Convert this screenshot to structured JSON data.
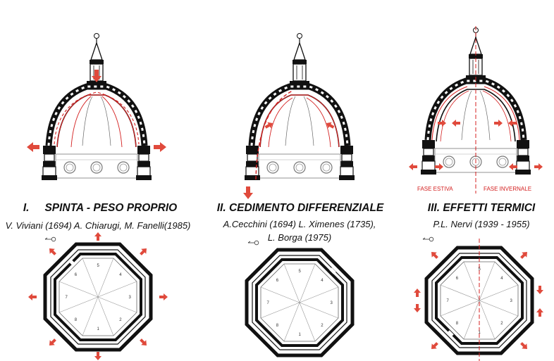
{
  "colors": {
    "accent": "#e04a3c",
    "line_red": "#d42020",
    "ink": "#111111",
    "paper": "#ffffff"
  },
  "panels": [
    {
      "roman": "I.",
      "title": "SPINTA - PESO PROPRIO",
      "authors": [
        "V. Viviani (1694) A. Chiarugi, M. Fanelli(1985)"
      ]
    },
    {
      "roman": "II.",
      "title": "CEDIMENTO DIFFERENZIALE",
      "authors": [
        "A.Cecchini (1694) L. Ximenes (1735),",
        "L. Borga (1975)"
      ]
    },
    {
      "roman": "III.",
      "title": "EFFETTI TERMICI",
      "authors": [
        "P.L. Nervi (1939 - 1955)"
      ],
      "season_labels": [
        "FASE ESTIVA",
        "FASE INVERNALE"
      ]
    }
  ],
  "octagon_sector_numbers": [
    "1",
    "2",
    "3",
    "4",
    "5",
    "6",
    "7",
    "8"
  ],
  "icons": [
    "north-arrow-icon",
    "force-arrow-icon"
  ]
}
